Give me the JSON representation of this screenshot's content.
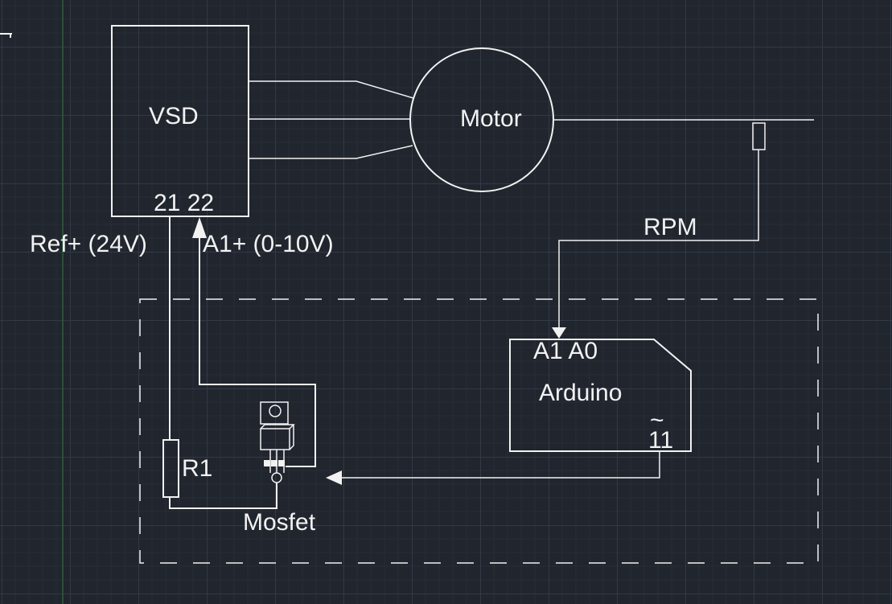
{
  "colors": {
    "background": "#20252e",
    "grid_minor": "#272d37",
    "grid_major": "#333a46",
    "axis_green": "#2e5f3e",
    "line": "#f2f2f2"
  },
  "drawing": {
    "vsd": {
      "label": "VSD",
      "pins": "21 22"
    },
    "motor": {
      "label": "Motor"
    },
    "wire_labels": {
      "ref": "Ref+ (24V)",
      "analog": "A1+ (0-10V)",
      "rpm": "RPM"
    },
    "arduino": {
      "pins_top": "A1 A0",
      "label": "Arduino",
      "pwm_mark": "~",
      "pin_bottom": "11"
    },
    "resistor": {
      "label": "R1"
    },
    "mosfet": {
      "label": "Mosfet"
    }
  }
}
